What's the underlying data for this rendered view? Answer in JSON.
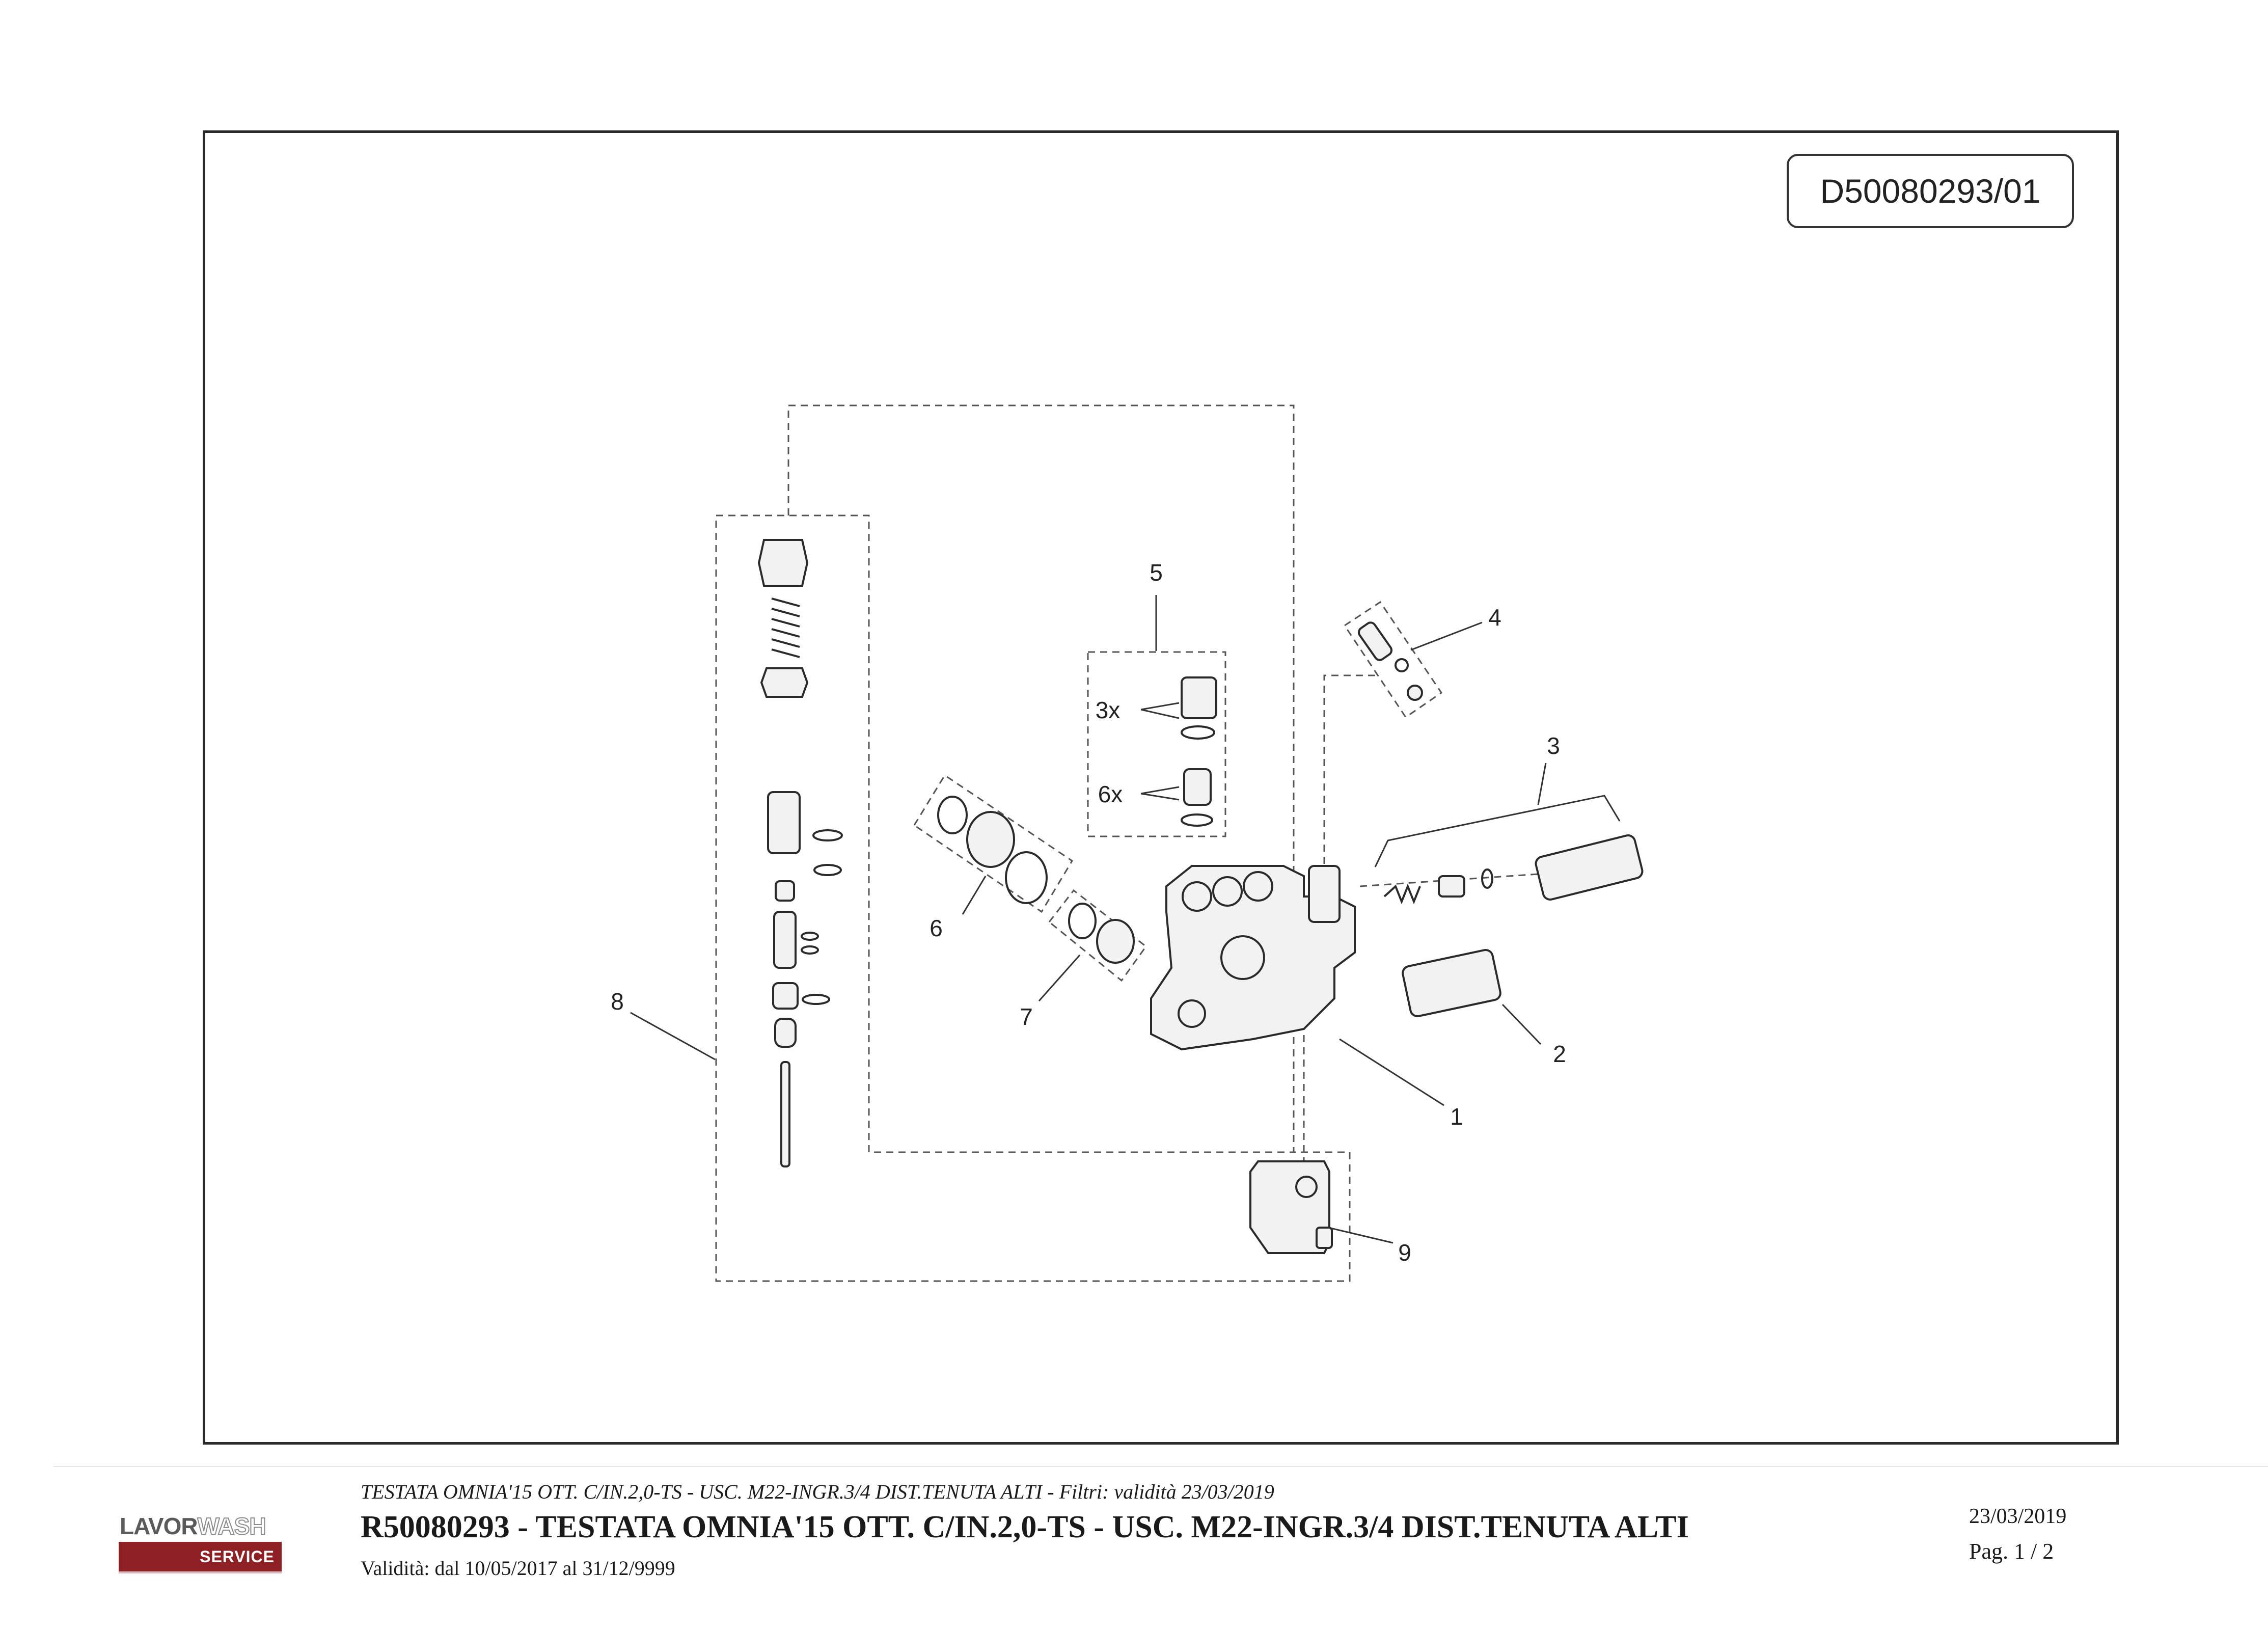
{
  "drawing": {
    "code": "D50080293/01",
    "callouts": {
      "item1": "1",
      "item2": "2",
      "item3": "3",
      "item4": "4",
      "item5": "5",
      "item6": "6",
      "item7": "7",
      "item8": "8",
      "item9": "9",
      "qty_3x": "3x",
      "qty_6x": "6x"
    }
  },
  "footer": {
    "filter_line": "TESTATA OMNIA'15 OTT. C/IN.2,0-TS - USC. M22-INGR.3/4 DIST.TENUTA ALTI - Filtri: validità 23/03/2019",
    "title": "R50080293 - TESTATA OMNIA'15 OTT. C/IN.2,0-TS - USC. M22-INGR.3/4 DIST.TENUTA ALTI",
    "validity": "Validità: dal 10/05/2017 al 31/12/9999",
    "date": "23/03/2019",
    "page": "Pag. 1 / 2"
  },
  "logo": {
    "brand_lavor": "LAVOR",
    "brand_wash": "WASH",
    "service": "SERVICE",
    "accent_color": "#8e1f23"
  }
}
